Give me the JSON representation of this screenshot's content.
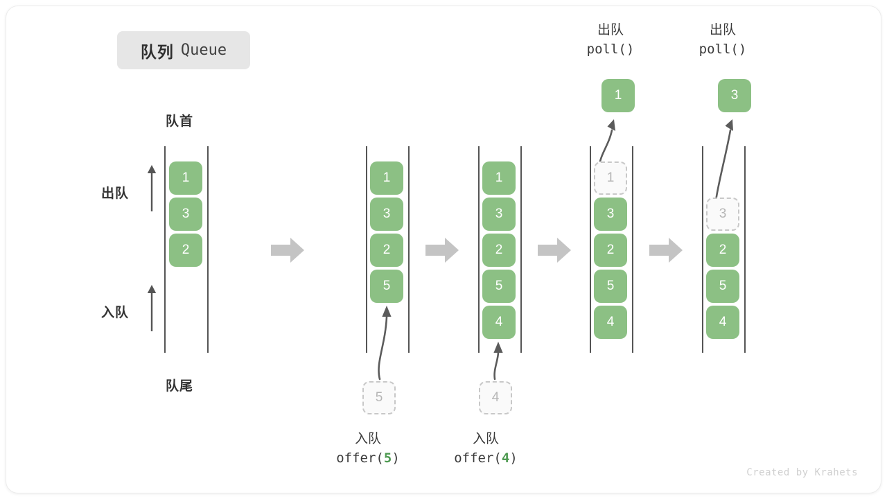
{
  "title": {
    "cn": "队列",
    "en": "Queue"
  },
  "labels": {
    "head": "队首",
    "tail": "队尾",
    "dequeue": "出队",
    "enqueue": "入队"
  },
  "watermark": "Created by Krahets",
  "colors": {
    "box_fill": "#8cc084",
    "box_text": "#ffffff",
    "ghost_fill": "#fafafa",
    "ghost_border": "#c8c8c8",
    "ghost_text": "#b5b5b5",
    "rail": "#555555",
    "accent_green": "#4e9a51",
    "sep_arrow": "#c4c4c4",
    "badge_bg": "#e6e6e6"
  },
  "side_arrows": [
    {
      "label": "出队",
      "direction": "up"
    },
    {
      "label": "入队",
      "direction": "up"
    }
  ],
  "separators": [
    {
      "icon": "block-arrow-right"
    },
    {
      "icon": "block-arrow-right"
    },
    {
      "icon": "block-arrow-right"
    },
    {
      "icon": "block-arrow-right"
    }
  ],
  "columns": [
    {
      "id": "state-initial",
      "operation_cn": "",
      "operation_code": "",
      "operation_arg": "",
      "slots": [
        {
          "value": "1",
          "state": "filled"
        },
        {
          "value": "3",
          "state": "filled"
        },
        {
          "value": "2",
          "state": "filled"
        }
      ],
      "external_box": null,
      "result_box": null
    },
    {
      "id": "offer-5",
      "operation_cn": "入队",
      "operation_code_prefix": "offer(",
      "operation_arg": "5",
      "operation_code_suffix": ")",
      "slots": [
        {
          "value": "1",
          "state": "filled"
        },
        {
          "value": "3",
          "state": "filled"
        },
        {
          "value": "2",
          "state": "filled"
        },
        {
          "value": "5",
          "state": "filled"
        }
      ],
      "external_box": {
        "value": "5",
        "state": "ghost",
        "position": "bottom"
      },
      "result_box": null
    },
    {
      "id": "offer-4",
      "operation_cn": "入队",
      "operation_code_prefix": "offer(",
      "operation_arg": "4",
      "operation_code_suffix": ")",
      "slots": [
        {
          "value": "1",
          "state": "filled"
        },
        {
          "value": "3",
          "state": "filled"
        },
        {
          "value": "2",
          "state": "filled"
        },
        {
          "value": "5",
          "state": "filled"
        },
        {
          "value": "4",
          "state": "filled"
        }
      ],
      "external_box": {
        "value": "4",
        "state": "ghost",
        "position": "bottom"
      },
      "result_box": null
    },
    {
      "id": "poll-1",
      "operation_cn": "出队",
      "operation_code_prefix": "poll(",
      "operation_arg": "",
      "operation_code_suffix": ")",
      "slots": [
        {
          "value": "1",
          "state": "ghost"
        },
        {
          "value": "3",
          "state": "filled"
        },
        {
          "value": "2",
          "state": "filled"
        },
        {
          "value": "5",
          "state": "filled"
        },
        {
          "value": "4",
          "state": "filled"
        }
      ],
      "external_box": null,
      "result_box": {
        "value": "1",
        "state": "filled",
        "position": "top"
      }
    },
    {
      "id": "poll-3",
      "operation_cn": "出队",
      "operation_code_prefix": "poll(",
      "operation_arg": "",
      "operation_code_suffix": ")",
      "slots": [
        {
          "value": "",
          "state": "empty"
        },
        {
          "value": "3",
          "state": "ghost"
        },
        {
          "value": "2",
          "state": "filled"
        },
        {
          "value": "5",
          "state": "filled"
        },
        {
          "value": "4",
          "state": "filled"
        }
      ],
      "external_box": null,
      "result_box": {
        "value": "3",
        "state": "filled",
        "position": "top"
      }
    }
  ]
}
